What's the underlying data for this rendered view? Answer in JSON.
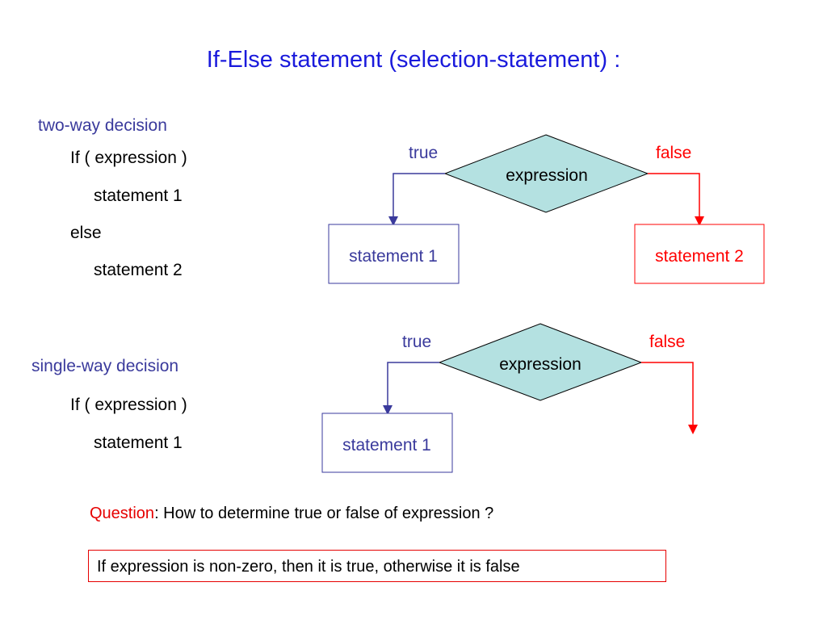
{
  "title": "If-Else statement (selection-statement) :",
  "two_way": {
    "heading": "two-way decision",
    "code": [
      "If ( expression )",
      "statement 1",
      "else",
      "statement 2"
    ],
    "diagram": {
      "condition": "expression",
      "true_label": "true",
      "false_label": "false",
      "true_box": "statement 1",
      "false_box": "statement 2"
    }
  },
  "single_way": {
    "heading": "single-way decision",
    "code": [
      "If ( expression )",
      "statement 1"
    ],
    "diagram": {
      "condition": "expression",
      "true_label": "true",
      "false_label": "false",
      "true_box": "statement 1"
    }
  },
  "question": {
    "label": "Question",
    "text": ": How to determine true or false of expression ?"
  },
  "answer": "If expression is non-zero, then it is true, otherwise it is false",
  "colors": {
    "title": "#1a1adc",
    "true_branch": "#3a3a9c",
    "false_branch": "#ff0000",
    "diamond_fill": "#b4e1e1"
  }
}
